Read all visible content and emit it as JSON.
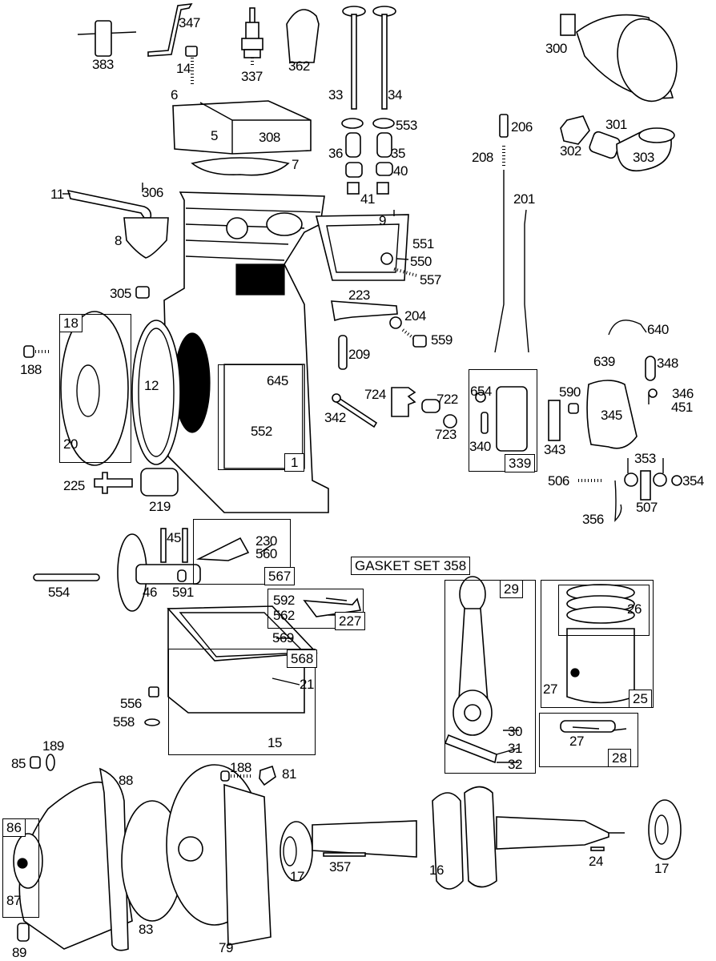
{
  "title_box": "GASKET SET 358",
  "labels": {
    "p383": "383",
    "p347": "347",
    "p14": "14",
    "p337": "337",
    "p362": "362",
    "p6": "6",
    "p5": "5",
    "p308": "308",
    "p7": "7",
    "p11": "11",
    "p306": "306",
    "p8": "8",
    "p33": "33",
    "p34": "34",
    "p553": "553",
    "p36": "36",
    "p35": "35",
    "p40": "40",
    "p41": "41",
    "p300": "300",
    "p206": "206",
    "p208": "208",
    "p201": "201",
    "p301": "301",
    "p302": "302",
    "p303": "303",
    "p9": "9",
    "p551": "551",
    "p550": "550",
    "p557": "557",
    "p305": "305",
    "p223": "223",
    "p204": "204",
    "p559": "559",
    "p209": "209",
    "p640": "640",
    "p639": "639",
    "p348": "348",
    "p346": "346",
    "p451": "451",
    "p345": "345",
    "p18": "18",
    "p188a": "188",
    "p12": "12",
    "p20": "20",
    "p645": "645",
    "p552": "552",
    "p1": "1",
    "p342": "342",
    "p724": "724",
    "p722": "722",
    "p723": "723",
    "p654": "654",
    "p340": "340",
    "p339": "339",
    "p590": "590",
    "p343": "343",
    "p353": "353",
    "p506": "506",
    "p354": "354",
    "p356": "356",
    "p507": "507",
    "p225": "225",
    "p219": "219",
    "p45": "45",
    "p554": "554",
    "p46": "46",
    "p591": "591",
    "p230": "230",
    "p560": "560",
    "p567": "567",
    "p592": "592",
    "p562": "562",
    "p227": "227",
    "p569": "569",
    "p568": "568",
    "p21": "21",
    "p556": "556",
    "p558": "558",
    "p15": "15",
    "p29": "29",
    "p26": "26",
    "p27a": "27",
    "p25": "25",
    "p30": "30",
    "p31": "31",
    "p32": "32",
    "p27b": "27",
    "p28": "28",
    "p189": "189",
    "p85": "85",
    "p88": "88",
    "p188b": "188",
    "p81": "81",
    "p86": "86",
    "p87": "87",
    "p89": "89",
    "p83": "83",
    "p79": "79",
    "p17a": "17",
    "p357": "357",
    "p16": "16",
    "p24": "24",
    "p17b": "17"
  }
}
